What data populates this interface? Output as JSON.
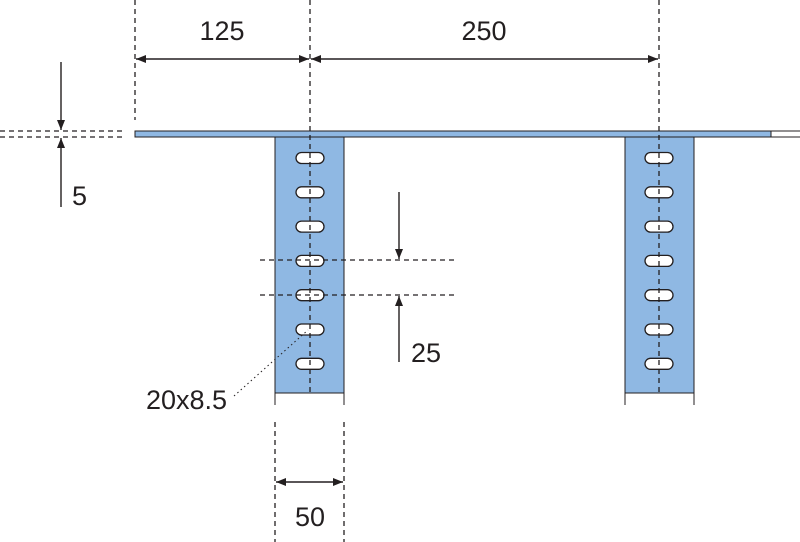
{
  "colors": {
    "profile_fill": "#8fb8e3",
    "line": "#231f20",
    "slot_fill": "#ffffff"
  },
  "dimensions": {
    "spacing_first": "125",
    "spacing_second": "250",
    "thickness": "5",
    "slot_pitch": "25",
    "slot_size": "20x8.5",
    "upright_width": "50"
  },
  "slots_per_upright": 7
}
